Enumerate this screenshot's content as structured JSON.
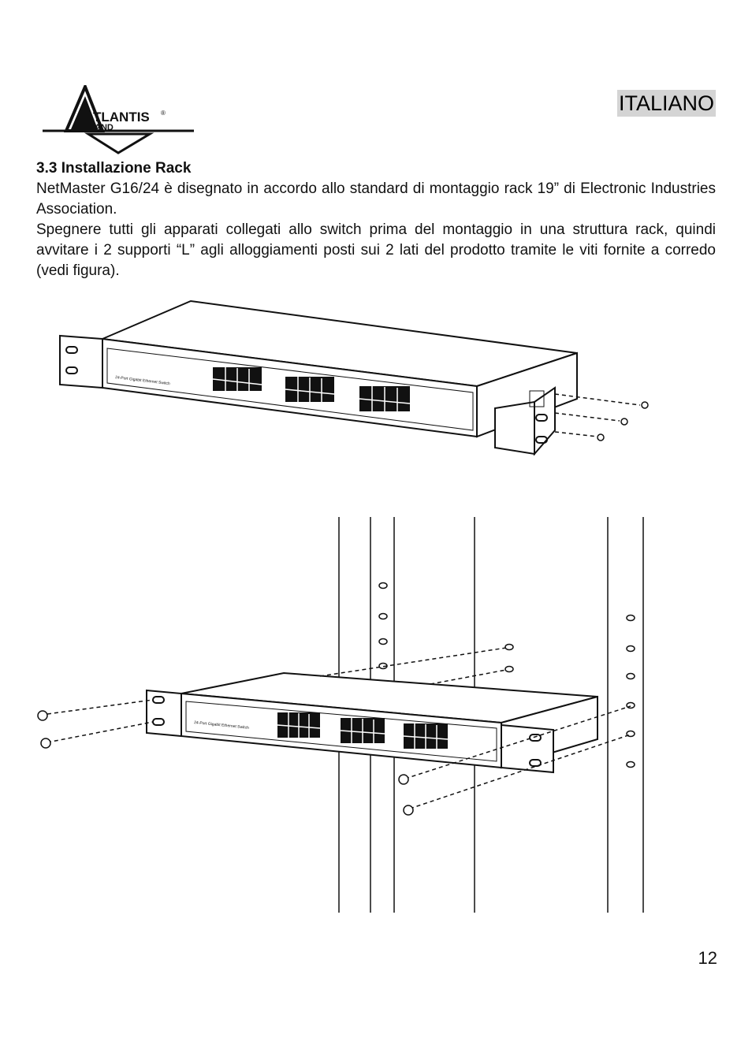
{
  "header": {
    "logo_text": "ATLANTIS AND",
    "language_badge": "ITALIANO"
  },
  "section": {
    "heading": "3.3 Installazione Rack",
    "paragraph_1": "NetMaster G16/24 è disegnato in accordo allo standard di montaggio rack 19” di Electronic Industries Association.",
    "paragraph_2": "Spegnere tutti gli apparati collegati allo switch prima del montaggio in una struttura rack, quindi avvitare i 2 supporti “L” agli alloggiamenti posti sui 2 lati del prodotto tramite le viti fornite a corredo (vedi figura)."
  },
  "figures": {
    "device_label": "24-Port Gigabit Ethernet Switch"
  },
  "footer": {
    "page_number": "12"
  }
}
